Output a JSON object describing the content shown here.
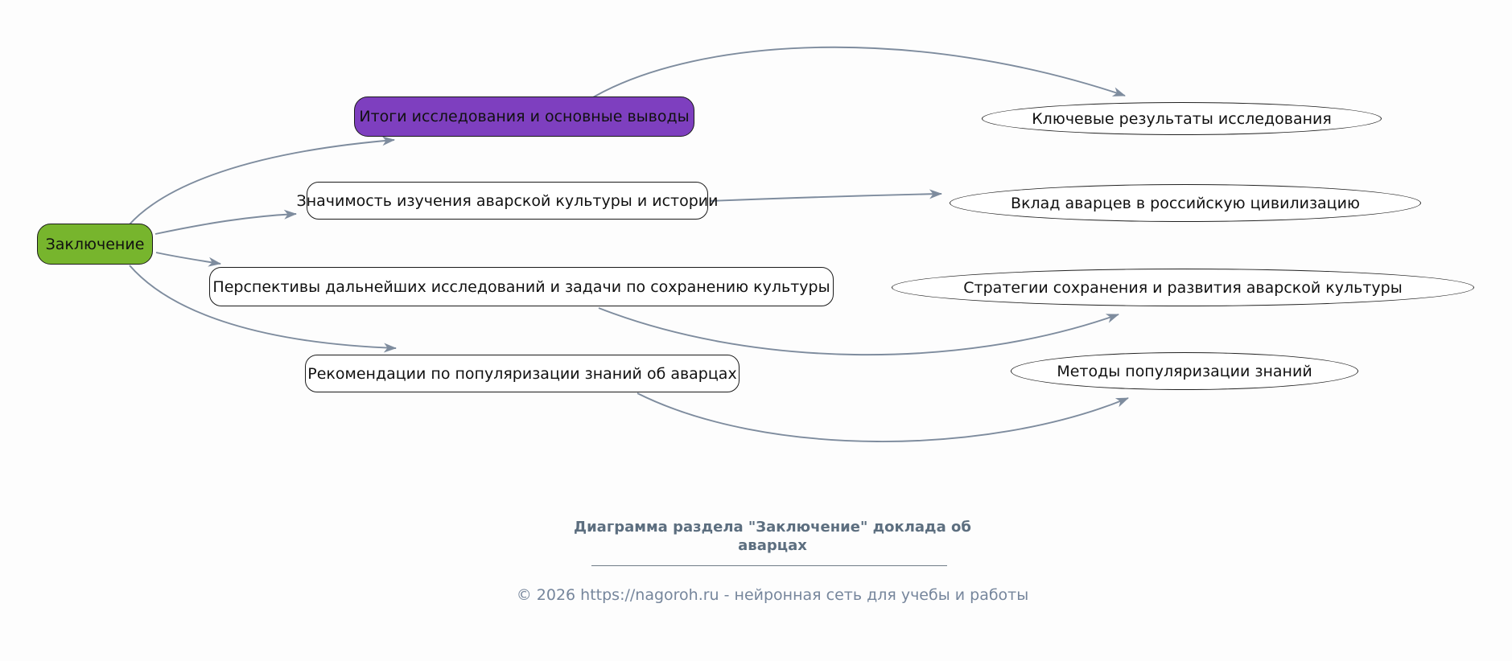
{
  "diagram": {
    "type": "mindmap-flowchart",
    "root": {
      "label": "Заключение",
      "fill": "#77b52d"
    },
    "branches": [
      {
        "label": "Итоги исследования и основные выводы",
        "fill": "#7e3fbf",
        "shape": "rounded-rect"
      },
      {
        "label": "Значимость изучения аварской культуры и истории",
        "fill": "#ffffff",
        "shape": "rounded-rect"
      },
      {
        "label": "Перспективы дальнейших исследований и задачи по сохранению культуры",
        "fill": "#ffffff",
        "shape": "rounded-rect"
      },
      {
        "label": "Рекомендации по популяризации знаний об аварцах",
        "fill": "#ffffff",
        "shape": "rounded-rect"
      }
    ],
    "leaves": [
      {
        "label": "Ключевые результаты исследования",
        "shape": "ellipse"
      },
      {
        "label": "Вклад аварцев в российскую цивилизацию",
        "shape": "ellipse"
      },
      {
        "label": "Стратегии сохранения и развития аварской культуры",
        "shape": "ellipse"
      },
      {
        "label": "Методы популяризации знаний",
        "shape": "ellipse"
      }
    ],
    "edges": [
      {
        "from": "Заключение",
        "to": "Итоги исследования и основные выводы"
      },
      {
        "from": "Заключение",
        "to": "Значимость изучения аварской культуры и истории"
      },
      {
        "from": "Заключение",
        "to": "Перспективы дальнейших исследований и задачи по сохранению культуры"
      },
      {
        "from": "Заключение",
        "to": "Рекомендации по популяризации знаний об аварцах"
      },
      {
        "from": "Итоги исследования и основные выводы",
        "to": "Ключевые результаты исследования"
      },
      {
        "from": "Значимость изучения аварской культуры и истории",
        "to": "Вклад аварцев в российскую цивилизацию"
      },
      {
        "from": "Перспективы дальнейших исследований и задачи по сохранению культуры",
        "to": "Стратегии сохранения и развития аварской культуры"
      },
      {
        "from": "Рекомендации по популяризации знаний об аварцах",
        "to": "Методы популяризации знаний"
      }
    ],
    "edge_color": "#7e8c9e"
  },
  "footer": {
    "title_line1": "Диаграмма раздела \"Заключение\" доклада об",
    "title_line2": "аварцах",
    "copyright": "© 2026 https://nagoroh.ru - нейронная сеть для учебы и работы"
  }
}
